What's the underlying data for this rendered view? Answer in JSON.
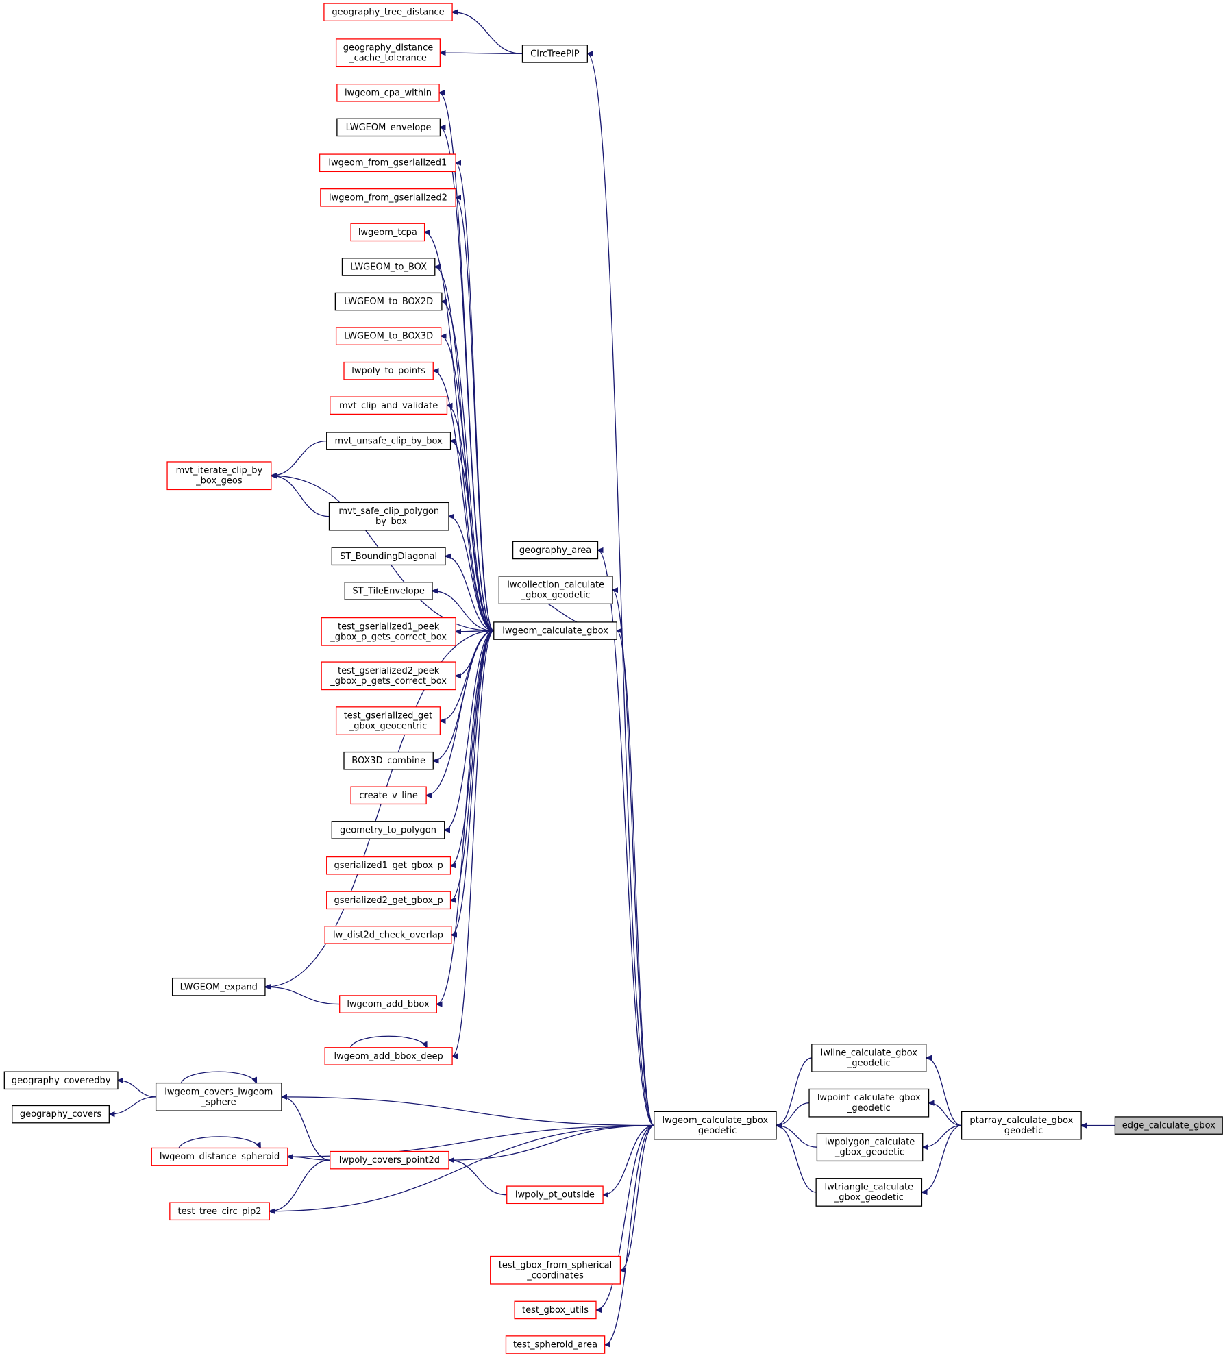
{
  "colors": {
    "edge": "#191970",
    "red_border": "#ff0000",
    "black_border": "#000000",
    "focus_fill": "#bfbfbf"
  },
  "nodes": [
    {
      "id": "n1",
      "lines": [
        "geography_tree_distance"
      ],
      "style": "red"
    },
    {
      "id": "n2",
      "lines": [
        "geography_distance",
        "_cache_tolerance"
      ],
      "style": "red"
    },
    {
      "id": "n3",
      "lines": [
        "CircTreePIP"
      ],
      "style": "black"
    },
    {
      "id": "n4",
      "lines": [
        "lwgeom_cpa_within"
      ],
      "style": "red"
    },
    {
      "id": "n5",
      "lines": [
        "LWGEOM_envelope"
      ],
      "style": "black"
    },
    {
      "id": "n6",
      "lines": [
        "lwgeom_from_gserialized1"
      ],
      "style": "red"
    },
    {
      "id": "n7",
      "lines": [
        "lwgeom_from_gserialized2"
      ],
      "style": "red"
    },
    {
      "id": "n8",
      "lines": [
        "lwgeom_tcpa"
      ],
      "style": "red"
    },
    {
      "id": "n9",
      "lines": [
        "LWGEOM_to_BOX"
      ],
      "style": "black"
    },
    {
      "id": "n10",
      "lines": [
        "LWGEOM_to_BOX2D"
      ],
      "style": "black"
    },
    {
      "id": "n11",
      "lines": [
        "LWGEOM_to_BOX3D"
      ],
      "style": "red"
    },
    {
      "id": "n12",
      "lines": [
        "lwpoly_to_points"
      ],
      "style": "red"
    },
    {
      "id": "n13",
      "lines": [
        "mvt_clip_and_validate"
      ],
      "style": "red"
    },
    {
      "id": "n14",
      "lines": [
        "mvt_unsafe_clip_by_box"
      ],
      "style": "black"
    },
    {
      "id": "n15",
      "lines": [
        "mvt_iterate_clip_by",
        "_box_geos"
      ],
      "style": "red"
    },
    {
      "id": "n16",
      "lines": [
        "mvt_safe_clip_polygon",
        "_by_box"
      ],
      "style": "black"
    },
    {
      "id": "n17",
      "lines": [
        "ST_BoundingDiagonal"
      ],
      "style": "black"
    },
    {
      "id": "n18",
      "lines": [
        "ST_TileEnvelope"
      ],
      "style": "black"
    },
    {
      "id": "n19",
      "lines": [
        "test_gserialized1_peek",
        "_gbox_p_gets_correct_box"
      ],
      "style": "red"
    },
    {
      "id": "n20",
      "lines": [
        "test_gserialized2_peek",
        "_gbox_p_gets_correct_box"
      ],
      "style": "red"
    },
    {
      "id": "n21",
      "lines": [
        "test_gserialized_get",
        "_gbox_geocentric"
      ],
      "style": "red"
    },
    {
      "id": "n22",
      "lines": [
        "BOX3D_combine"
      ],
      "style": "black"
    },
    {
      "id": "n23",
      "lines": [
        "create_v_line"
      ],
      "style": "red"
    },
    {
      "id": "n24",
      "lines": [
        "geometry_to_polygon"
      ],
      "style": "black"
    },
    {
      "id": "n25",
      "lines": [
        "gserialized1_get_gbox_p"
      ],
      "style": "red"
    },
    {
      "id": "n26",
      "lines": [
        "gserialized2_get_gbox_p"
      ],
      "style": "red"
    },
    {
      "id": "n27",
      "lines": [
        "lw_dist2d_check_overlap"
      ],
      "style": "red"
    },
    {
      "id": "n28",
      "lines": [
        "LWGEOM_expand"
      ],
      "style": "black"
    },
    {
      "id": "n29",
      "lines": [
        "lwgeom_add_bbox"
      ],
      "style": "red"
    },
    {
      "id": "n30",
      "lines": [
        "lwgeom_add_bbox_deep"
      ],
      "style": "red"
    },
    {
      "id": "n31",
      "lines": [
        "geography_area"
      ],
      "style": "black"
    },
    {
      "id": "n32",
      "lines": [
        "lwcollection_calculate",
        "_gbox_geodetic"
      ],
      "style": "black"
    },
    {
      "id": "n33",
      "lines": [
        "lwgeom_calculate_gbox"
      ],
      "style": "black"
    },
    {
      "id": "n34",
      "lines": [
        "geography_coveredby"
      ],
      "style": "black"
    },
    {
      "id": "n35",
      "lines": [
        "geography_covers"
      ],
      "style": "black"
    },
    {
      "id": "n36",
      "lines": [
        "lwgeom_covers_lwgeom",
        "_sphere"
      ],
      "style": "black"
    },
    {
      "id": "n37",
      "lines": [
        "lwgeom_distance_spheroid"
      ],
      "style": "red"
    },
    {
      "id": "n38",
      "lines": [
        "lwpoly_covers_point2d"
      ],
      "style": "red"
    },
    {
      "id": "n39",
      "lines": [
        "test_tree_circ_pip2"
      ],
      "style": "red"
    },
    {
      "id": "n40",
      "lines": [
        "lwpoly_pt_outside"
      ],
      "style": "red"
    },
    {
      "id": "n41",
      "lines": [
        "test_gbox_from_spherical",
        "_coordinates"
      ],
      "style": "red"
    },
    {
      "id": "n42",
      "lines": [
        "test_gbox_utils"
      ],
      "style": "red"
    },
    {
      "id": "n43",
      "lines": [
        "test_spheroid_area"
      ],
      "style": "red"
    },
    {
      "id": "n44",
      "lines": [
        "lwgeom_calculate_gbox",
        "_geodetic"
      ],
      "style": "black"
    },
    {
      "id": "n45",
      "lines": [
        "lwline_calculate_gbox",
        "_geodetic"
      ],
      "style": "black"
    },
    {
      "id": "n46",
      "lines": [
        "lwpoint_calculate_gbox",
        "_geodetic"
      ],
      "style": "black"
    },
    {
      "id": "n47",
      "lines": [
        "lwpolygon_calculate",
        "_gbox_geodetic"
      ],
      "style": "black"
    },
    {
      "id": "n48",
      "lines": [
        "lwtriangle_calculate",
        "_gbox_geodetic"
      ],
      "style": "black"
    },
    {
      "id": "n49",
      "lines": [
        "ptarray_calculate_gbox",
        "_geodetic"
      ],
      "style": "black"
    },
    {
      "id": "n50",
      "lines": [
        "edge_calculate_gbox"
      ],
      "style": "gray"
    }
  ],
  "edges": [
    [
      "n3",
      "n1"
    ],
    [
      "n3",
      "n2"
    ],
    [
      "n44",
      "n3"
    ],
    [
      "n33",
      "n4"
    ],
    [
      "n33",
      "n5"
    ],
    [
      "n33",
      "n6"
    ],
    [
      "n33",
      "n7"
    ],
    [
      "n33",
      "n8"
    ],
    [
      "n33",
      "n9"
    ],
    [
      "n33",
      "n10"
    ],
    [
      "n33",
      "n11"
    ],
    [
      "n33",
      "n12"
    ],
    [
      "n33",
      "n13"
    ],
    [
      "n33",
      "n14"
    ],
    [
      "n33",
      "n15"
    ],
    [
      "n33",
      "n16"
    ],
    [
      "n33",
      "n17"
    ],
    [
      "n33",
      "n18"
    ],
    [
      "n33",
      "n19"
    ],
    [
      "n33",
      "n20"
    ],
    [
      "n33",
      "n21"
    ],
    [
      "n33",
      "n22"
    ],
    [
      "n33",
      "n23"
    ],
    [
      "n33",
      "n24"
    ],
    [
      "n33",
      "n25"
    ],
    [
      "n33",
      "n26"
    ],
    [
      "n33",
      "n27"
    ],
    [
      "n33",
      "n28"
    ],
    [
      "n33",
      "n29"
    ],
    [
      "n33",
      "n30"
    ],
    [
      "n14",
      "n15"
    ],
    [
      "n16",
      "n15"
    ],
    [
      "n29",
      "n28"
    ],
    [
      "n30",
      "n30"
    ],
    [
      "n44",
      "n31"
    ],
    [
      "n44",
      "n32"
    ],
    [
      "n32",
      "n33"
    ],
    [
      "n44",
      "n33"
    ],
    [
      "n36",
      "n34"
    ],
    [
      "n36",
      "n35"
    ],
    [
      "n36",
      "n36"
    ],
    [
      "n38",
      "n36"
    ],
    [
      "n44",
      "n36"
    ],
    [
      "n37",
      "n37"
    ],
    [
      "n38",
      "n37"
    ],
    [
      "n44",
      "n37"
    ],
    [
      "n38",
      "n39"
    ],
    [
      "n44",
      "n38"
    ],
    [
      "n40",
      "n38"
    ],
    [
      "n44",
      "n40"
    ],
    [
      "n44",
      "n39"
    ],
    [
      "n44",
      "n41"
    ],
    [
      "n44",
      "n42"
    ],
    [
      "n44",
      "n43"
    ],
    [
      "n45",
      "n44"
    ],
    [
      "n46",
      "n44"
    ],
    [
      "n47",
      "n44"
    ],
    [
      "n48",
      "n44"
    ],
    [
      "n49",
      "n45"
    ],
    [
      "n49",
      "n46"
    ],
    [
      "n49",
      "n47"
    ],
    [
      "n49",
      "n48"
    ],
    [
      "n50",
      "n49"
    ]
  ]
}
